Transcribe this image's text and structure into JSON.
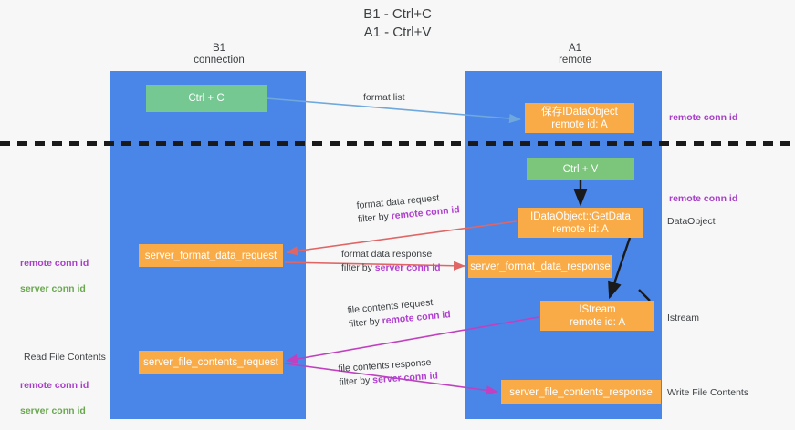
{
  "title": "B1 - Ctrl+C\nA1 - Ctrl+V",
  "columns": {
    "left": "B1\nconnection",
    "right": "A1\nremote"
  },
  "nodes": {
    "ctrl_c": "Ctrl + C",
    "idataobject": "保存IDataObject\nremote id: A",
    "ctrl_v": "Ctrl + V",
    "getdata": "IDataObject::GetData\nremote id: A",
    "server_format_data_request": "server_format_data_request",
    "server_format_data_response": "server_format_data_response",
    "istream": "IStream\nremote id: A",
    "server_file_contents_request": "server_file_contents_request",
    "server_file_contents_response": "server_file_contents_response"
  },
  "edges": {
    "format_list": "format list",
    "format_data_request": "format data request",
    "format_data_request_filter_prefix": "filter by ",
    "format_data_request_filter_key": "remote conn id",
    "format_data_response": "format data response",
    "format_data_response_filter_prefix": "filter by ",
    "format_data_response_filter_key": "server conn id",
    "file_contents_request": "file contents request",
    "file_contents_request_filter_prefix": "filter by ",
    "file_contents_request_filter_key": "remote conn id",
    "file_contents_response": "file contents response",
    "file_contents_response_filter_prefix": "filter by ",
    "file_contents_response_filter_key": "server conn id"
  },
  "notes": {
    "right_remote_conn_id_top": "remote conn id",
    "right_remote_conn_id_mid": "remote conn id",
    "right_dataobject": "DataObject",
    "right_istream": "Istream",
    "right_write_file_contents": "Write File Contents",
    "left_remote_conn_id": "remote conn id",
    "left_server_conn_id": "server conn id",
    "left_read_file_contents": "Read File Contents",
    "left_remote_conn_id_2": "remote conn id",
    "left_server_conn_id_2": "server conn id"
  },
  "colors": {
    "lane": "#4a86e8",
    "node_green": "#76c893",
    "node_orange": "#f9ab48",
    "highlight_purple": "#a83fc8",
    "highlight_green": "#6aa84f",
    "arrow_blue": "#6fa8dc",
    "arrow_red": "#e06666",
    "arrow_magenta": "#c040c0",
    "arrow_black": "#1a1a1a"
  }
}
